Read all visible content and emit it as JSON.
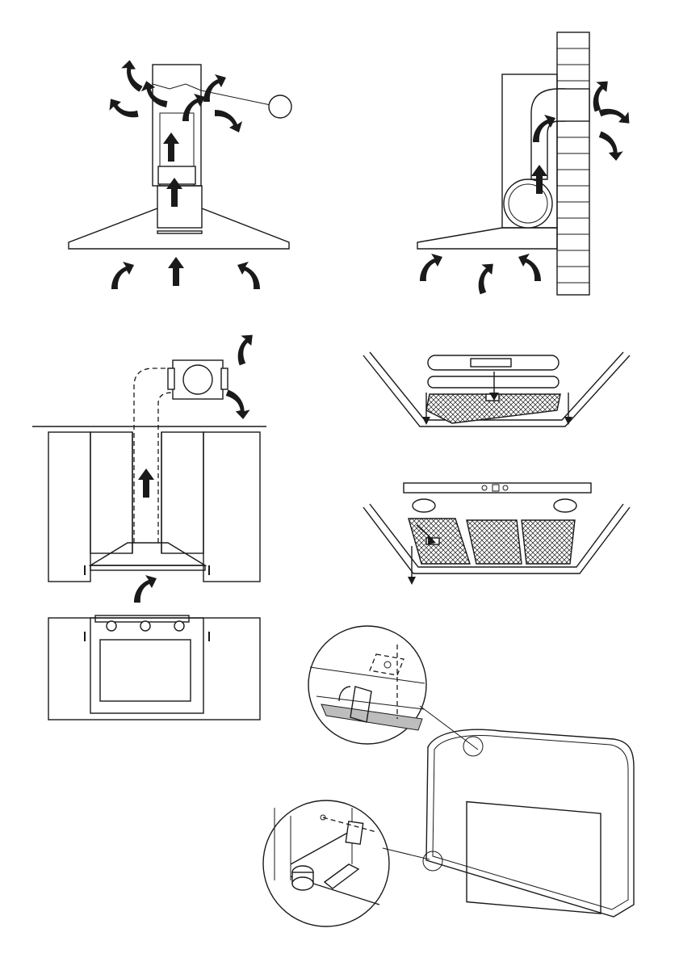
{
  "figure": {
    "panels": [
      "chimney-hood-duct-exhaust",
      "corner-hood-brick-wall-exhaust",
      "cabinet-duct-external-motor",
      "hood-filter-removal",
      "hood-multi-filter-removal",
      "oven-door-hinge-detail"
    ],
    "callout_label": ""
  },
  "colors": {
    "ink": "#1a1a1a",
    "paper": "#ffffff",
    "shade": "#bdbdbd"
  },
  "icons": {
    "airflow": "curved-arrow-icon",
    "straight": "straight-arrow-icon"
  }
}
